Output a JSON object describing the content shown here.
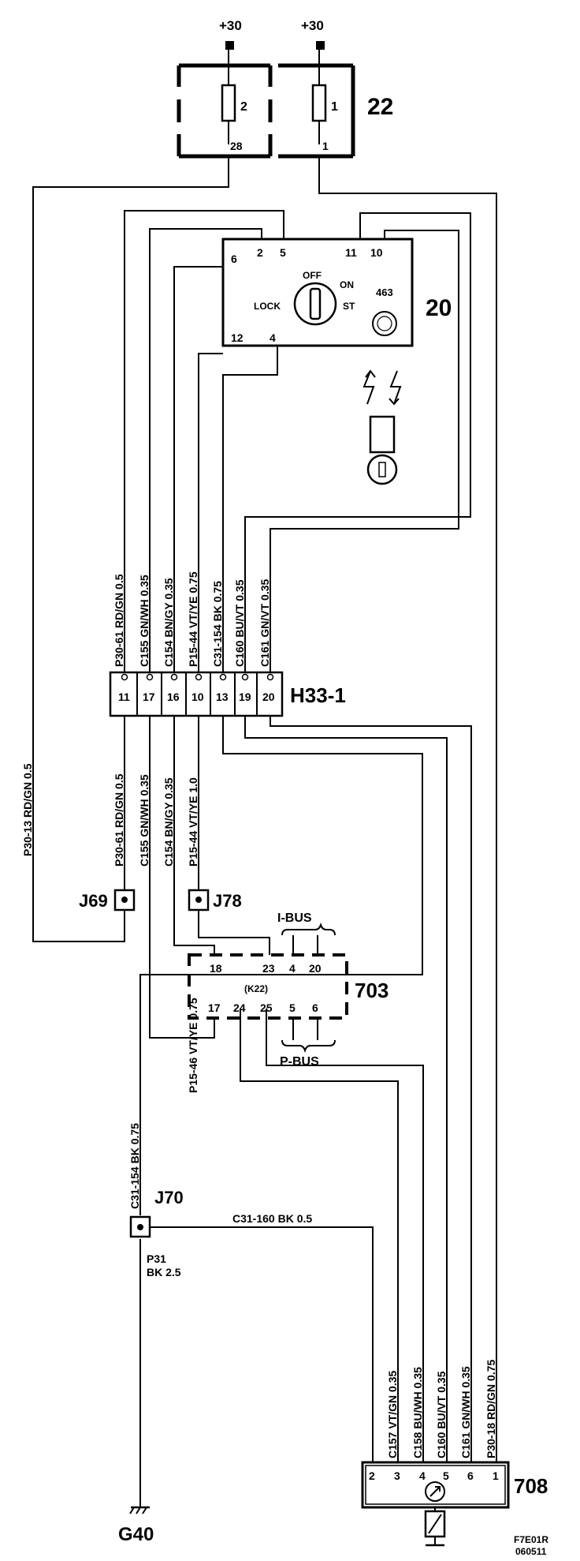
{
  "power": {
    "left": "+30",
    "right": "+30"
  },
  "fuse_box": {
    "id": "22",
    "fuse2": {
      "num": "2",
      "pin": "28"
    },
    "fuse1": {
      "num": "1",
      "pin": "1"
    }
  },
  "ignition_switch": {
    "id": "20",
    "pins": {
      "p6": "6",
      "p2": "2",
      "p5": "5",
      "p11": "11",
      "p10": "10",
      "p12": "12",
      "p4": "4"
    },
    "positions": {
      "off": "OFF",
      "on": "ON",
      "st": "ST",
      "lock": "LOCK"
    },
    "antenna_id": "463"
  },
  "connector_h33": {
    "id": "H33-1",
    "pins": [
      "11",
      "17",
      "16",
      "10",
      "13",
      "19",
      "20"
    ],
    "upper_labels": [
      "P30-61 RD/GN 0.5",
      "C155 GN/WH 0.35",
      "C154 BN/GY 0.35",
      "P15-44 VT/YE 0.75",
      "C31-154 BK 0.75",
      "C160 BU/VT 0.35",
      "C161 GN/VT 0.35"
    ],
    "lower_labels": [
      "P30-61 RD/GN 0.5",
      "C155 GN/WH 0.35",
      "C154 BN/GY 0.35",
      "P15-44 VT/YE 1.0"
    ]
  },
  "wire_labels": {
    "p30_13": "P30-13 RD/GN 0.5",
    "p15_46": "P15-46 VT/YE 0.75",
    "c31_154": "C31-154 BK 0.75",
    "c31_160": "C31-160 BK 0.5",
    "module708": [
      "C157 VT/GN 0.35",
      "C158 BU/WH 0.35",
      "C160 BU/VT 0.35",
      "C161 GN/WH 0.35",
      "P30-18 RD/GN 0.75"
    ]
  },
  "splices": {
    "j69": "J69",
    "j78": "J78",
    "j70": "J70"
  },
  "module_703": {
    "id": "703",
    "top_pins": [
      "18",
      "23",
      "4",
      "20"
    ],
    "bottom_pins": [
      "17",
      "24",
      "25",
      "5",
      "6"
    ],
    "inner": "(K22)",
    "ibus": "I-BUS",
    "pbus": "P-BUS"
  },
  "module_708": {
    "id": "708",
    "pins": [
      "2",
      "3",
      "4",
      "5",
      "6",
      "1"
    ]
  },
  "ground": {
    "id": "G40",
    "wire": [
      "P31",
      "BK 2.5"
    ]
  },
  "footer": {
    "code": "F7E01R",
    "date": "060511"
  }
}
